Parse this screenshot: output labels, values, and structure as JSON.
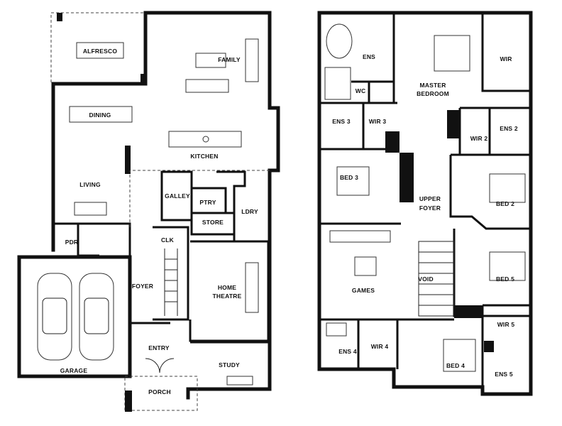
{
  "ground_floor": {
    "rooms": {
      "alfresco": "ALFRESCO",
      "family": "FAMILY",
      "dining": "DINING",
      "kitchen": "KITCHEN",
      "living": "LIVING",
      "galley": "GALLEY",
      "pantry": "PTRY",
      "store": "STORE",
      "laundry": "LDRY",
      "powder": "PDR",
      "cloak": "CLK",
      "foyer": "FOYER",
      "theatre_1": "HOME",
      "theatre_2": "THEATRE",
      "garage": "GARAGE",
      "entry": "ENTRY",
      "study": "STUDY",
      "porch": "PORCH"
    }
  },
  "upper_floor": {
    "rooms": {
      "ensuite": "ENS",
      "wc": "WC",
      "master_1": "MASTER",
      "master_2": "BEDROOM",
      "wir": "WIR",
      "ens3": "ENS 3",
      "wir3": "WIR 3",
      "wir2": "WIR 2",
      "ens2": "ENS 2",
      "bed3": "BED 3",
      "upper_foyer_1": "UPPER",
      "upper_foyer_2": "FOYER",
      "bed2": "BED 2",
      "games": "GAMES",
      "void": "VOID",
      "bed5": "BED 5",
      "ens4": "ENS 4",
      "wir4": "WIR 4",
      "bed4": "BED 4",
      "wir5": "WIR 5",
      "ens5": "ENS 5"
    }
  }
}
